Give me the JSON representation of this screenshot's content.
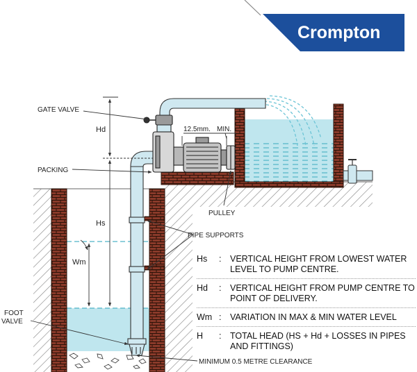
{
  "brand": {
    "name": "Crompton",
    "color": "#1c4f9c"
  },
  "labels": {
    "gate_valve": "GATE VALVE",
    "packing": "PACKING",
    "pulley": "PULLEY",
    "pipe_supports": "PIPE SUPPORTS",
    "foot_valve_line1": "FOOT",
    "foot_valve_line2": "VALVE",
    "min_clearance": "MINIMUM 0.5 METRE CLEARANCE",
    "gap": "12.5mm.",
    "gap_min": "MIN."
  },
  "symbols": {
    "hd": "Hd",
    "hs": "Hs",
    "wm": "Wm"
  },
  "legend": [
    {
      "symbol": "Hs",
      "separator": ":",
      "description": "VERTICAL HEIGHT FROM LOWEST WATER LEVEL TO PUMP CENTRE."
    },
    {
      "symbol": "Hd",
      "separator": ":",
      "description": "VERTICAL HEIGHT FROM PUMP CENTRE TO POINT OF DELIVERY."
    },
    {
      "symbol": "Wm",
      "separator": ":",
      "description": "VARIATION IN MAX & MIN WATER LEVEL"
    },
    {
      "symbol": "H",
      "separator": ":",
      "description": "TOTAL HEAD (HS + Hd + LOSSES IN PIPES AND FITTINGS)"
    }
  ],
  "colors": {
    "brick": "#8a3a2a",
    "water": "#bfe6ee",
    "water_lines": "#4fb3c7",
    "pipe": "#cfe8f0"
  }
}
